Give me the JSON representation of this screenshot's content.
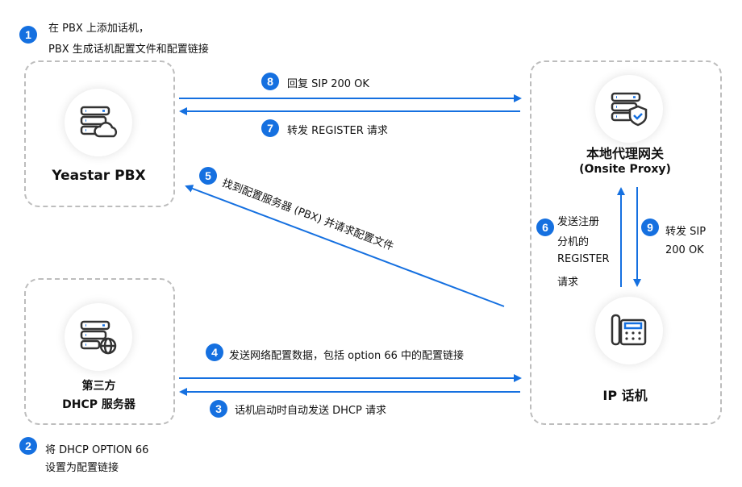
{
  "steps": {
    "s1": {
      "num": "1",
      "line1": "在 PBX 上添加话机，",
      "line2": "PBX 生成话机配置文件和配置链接"
    },
    "s2": {
      "num": "2",
      "line1": "将 DHCP OPTION 66",
      "line2": "设置为配置链接"
    },
    "s3": {
      "num": "3",
      "text": "话机启动时自动发送 DHCP 请求"
    },
    "s4": {
      "num": "4",
      "text": "发送网络配置数据，包括 option 66 中的配置链接"
    },
    "s5": {
      "num": "5",
      "text": "找到配置服务器 (PBX) 并请求配置文件"
    },
    "s6": {
      "num": "6",
      "line1": "发送注册",
      "line2": "分机的",
      "line3": "REGISTER",
      "line4": "请求"
    },
    "s7": {
      "num": "7",
      "text": "转发 REGISTER 请求"
    },
    "s8": {
      "num": "8",
      "text": "回复 SIP 200 OK"
    },
    "s9": {
      "num": "9",
      "line1": "转发 SIP",
      "line2": "200 OK"
    }
  },
  "nodes": {
    "pbx": {
      "label": "Yeastar PBX",
      "icon": "server-cloud-icon"
    },
    "proxy": {
      "label": "本地代理网关",
      "sublabel": "(Onsite Proxy)",
      "icon": "server-shield-icon"
    },
    "dhcp": {
      "label1": "第三方",
      "label2": "DHCP 服务器",
      "icon": "server-globe-icon"
    },
    "phone": {
      "label": "IP 话机",
      "icon": "desk-phone-icon"
    }
  },
  "colors": {
    "accent": "#1570e0",
    "border": "#bdbdbd"
  }
}
